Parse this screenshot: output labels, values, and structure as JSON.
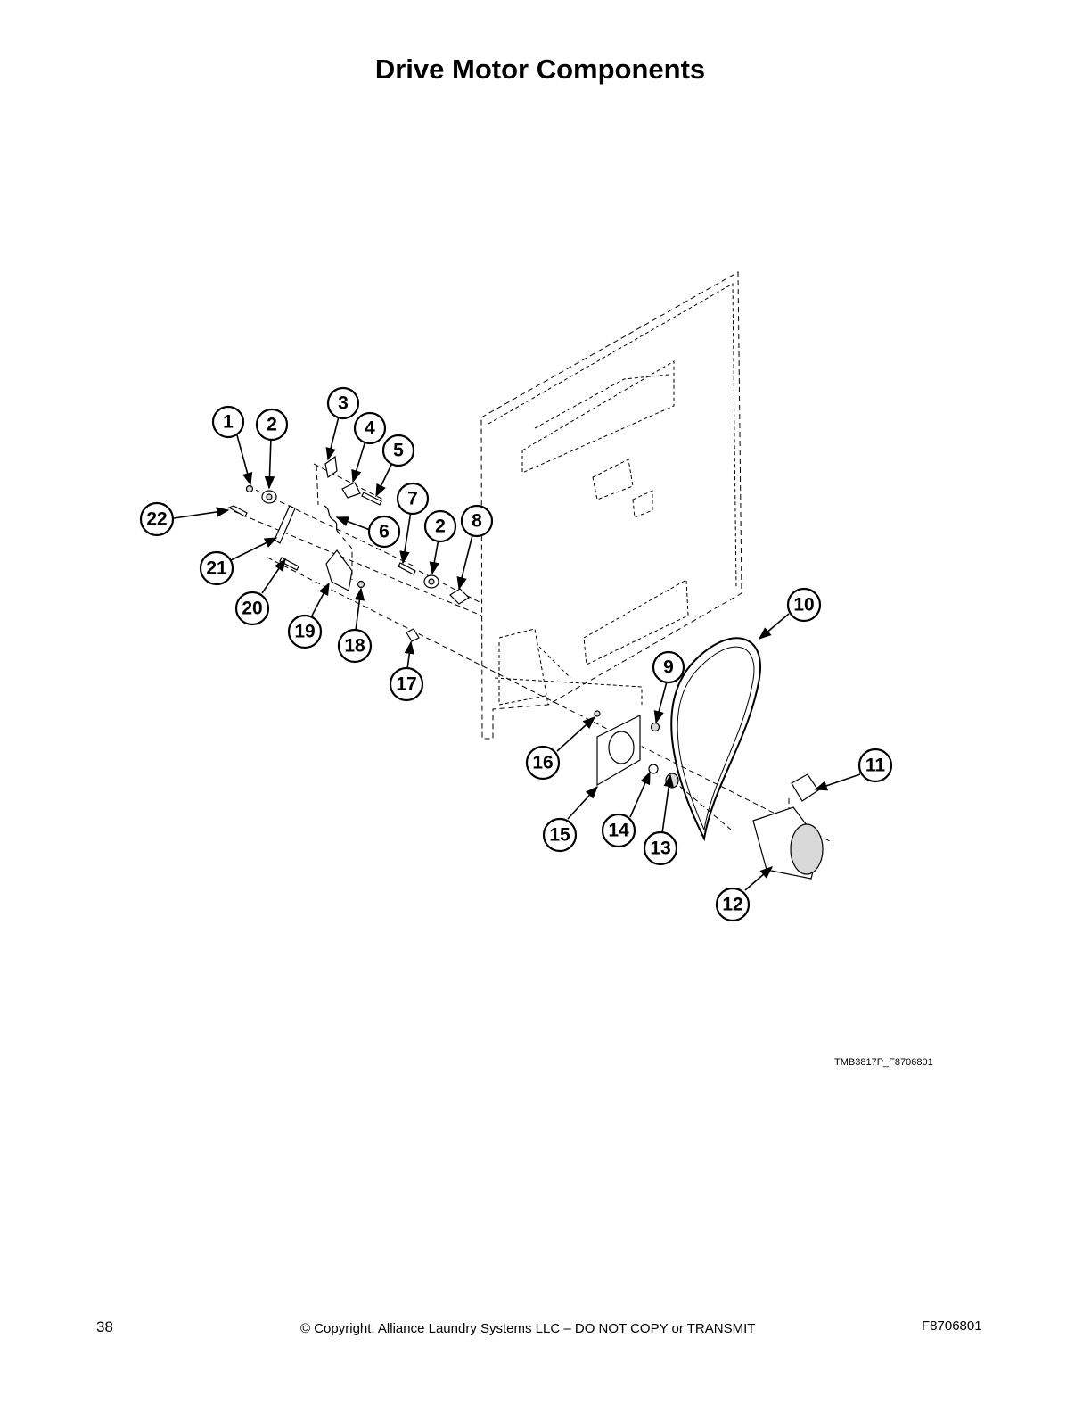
{
  "title": "Drive Motor Components",
  "figure_code": "TMB3817P_F8706801",
  "footer": {
    "page_number": "38",
    "copyright": "© Copyright, Alliance Laundry Systems LLC – DO NOT COPY or TRANSMIT",
    "doc_number": "F8706801"
  },
  "callouts": [
    {
      "id": "c1",
      "label": "1"
    },
    {
      "id": "c2a",
      "label": "2"
    },
    {
      "id": "c3",
      "label": "3"
    },
    {
      "id": "c4",
      "label": "4"
    },
    {
      "id": "c5",
      "label": "5"
    },
    {
      "id": "c6",
      "label": "6"
    },
    {
      "id": "c7",
      "label": "7"
    },
    {
      "id": "c2b",
      "label": "2"
    },
    {
      "id": "c8",
      "label": "8"
    },
    {
      "id": "c9",
      "label": "9"
    },
    {
      "id": "c10",
      "label": "10"
    },
    {
      "id": "c11",
      "label": "11"
    },
    {
      "id": "c12",
      "label": "12"
    },
    {
      "id": "c13",
      "label": "13"
    },
    {
      "id": "c14",
      "label": "14"
    },
    {
      "id": "c15",
      "label": "15"
    },
    {
      "id": "c16",
      "label": "16"
    },
    {
      "id": "c17",
      "label": "17"
    },
    {
      "id": "c18",
      "label": "18"
    },
    {
      "id": "c19",
      "label": "19"
    },
    {
      "id": "c20",
      "label": "20"
    },
    {
      "id": "c21",
      "label": "21"
    },
    {
      "id": "c22",
      "label": "22"
    }
  ],
  "icons": {
    "callout_arrow": "arrowhead-icon"
  }
}
